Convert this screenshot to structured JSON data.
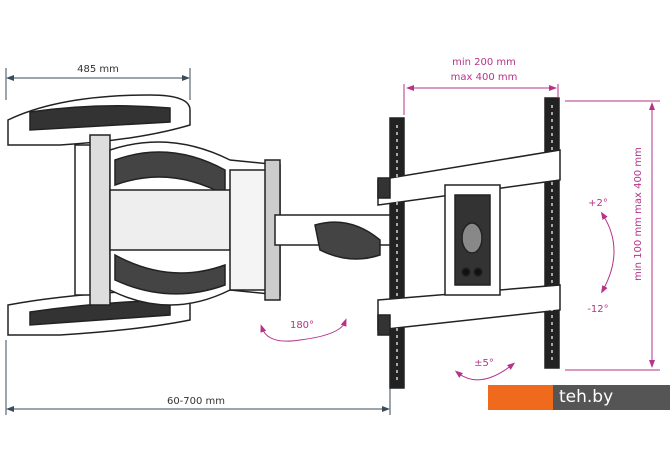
{
  "dimensions": {
    "arm_width": "485 mm",
    "extension": "60-700 mm",
    "swivel": "180°",
    "vesa_horizontal_min": "min 200 mm",
    "vesa_horizontal_max": "max 400 mm",
    "vesa_vertical": "min 100 mm max 400 mm",
    "tilt_up": "+2°",
    "tilt_down": "-12°",
    "rotation": "±5°"
  },
  "colors": {
    "accent": "#b5338a",
    "dimension": "#3a4a5a"
  },
  "watermark": {
    "text": "teh.by"
  }
}
